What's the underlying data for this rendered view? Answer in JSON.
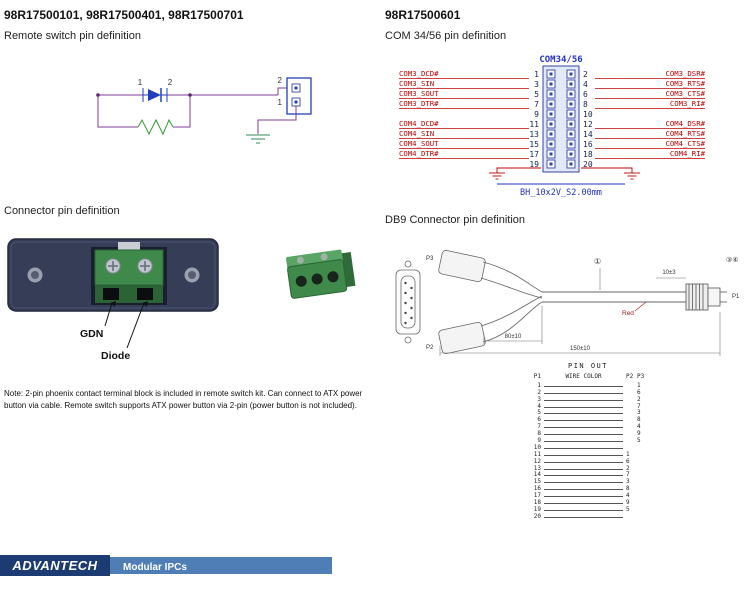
{
  "colors": {
    "brand_navy": "#1c3b72",
    "bar_blue": "#4f7db6",
    "signal_red": "#c00000",
    "diagram_blue": "#2233bb",
    "connector_green": "#3f8a4a",
    "circuit_purple": "#7d3c98"
  },
  "remote": {
    "title": "98R17500101, 98R17500401, 98R17500701",
    "subtitle": "Remote switch pin definition",
    "diode_pin1": "1",
    "diode_pin2": "2",
    "conn_pin_top": "2",
    "conn_pin_bottom": "1"
  },
  "com": {
    "title": "98R17500601",
    "subtitle": "COM 34/56 pin definition",
    "header": "COM34/56",
    "footer": "BH_10x2V_S2.00mm",
    "rows": [
      {
        "left_label": "COM3_DCD#",
        "left_pin": "1",
        "right_pin": "2",
        "right_label": "COM3_DSR#"
      },
      {
        "left_label": "COM3_SIN",
        "left_pin": "3",
        "right_pin": "4",
        "right_label": "COM3_RTS#"
      },
      {
        "left_label": "COM3_SOUT",
        "left_pin": "5",
        "right_pin": "6",
        "right_label": "COM3_CTS#"
      },
      {
        "left_label": "COM3_DTR#",
        "left_pin": "7",
        "right_pin": "8",
        "right_label": "COM3_RI#"
      },
      {
        "left_label": "",
        "left_pin": "9",
        "right_pin": "10",
        "right_label": ""
      },
      {
        "left_label": "COM4_DCD#",
        "left_pin": "11",
        "right_pin": "12",
        "right_label": "COM4_DSR#"
      },
      {
        "left_label": "COM4_SIN",
        "left_pin": "13",
        "right_pin": "14",
        "right_label": "COM4_RTS#"
      },
      {
        "left_label": "COM4_SOUT",
        "left_pin": "15",
        "right_pin": "16",
        "right_label": "COM4_CTS#"
      },
      {
        "left_label": "COM4_DTR#",
        "left_pin": "17",
        "right_pin": "18",
        "right_label": "COM4_RI#"
      },
      {
        "left_label": "",
        "left_pin": "19",
        "right_pin": "20",
        "right_label": ""
      }
    ]
  },
  "connector": {
    "title": "Connector pin definition",
    "label_gdn": "GDN",
    "label_diode": "Diode",
    "note": "Note: 2-pin phoenix contact terminal block  is included in remote switch kit. Can connect to ATX power button via cable.  Remote switch supports ATX power button via 2-pin (power button is not included)."
  },
  "db9": {
    "title": "DB9 Connector pin definition",
    "p1": "P1",
    "p2": "P2",
    "p3": "P3",
    "red_label": "Red",
    "dim_overall": "150±10",
    "dim_partial": "80±10",
    "dim_strip": "10±3",
    "callout1": "①",
    "callout34": "③④",
    "pinout": {
      "title": "PIN OUT",
      "columns": [
        "P1",
        "WIRE COLOR",
        "P2",
        "P3"
      ],
      "rows": [
        {
          "p1": "1",
          "p2": "",
          "p3": "1"
        },
        {
          "p1": "2",
          "p2": "",
          "p3": "6"
        },
        {
          "p1": "3",
          "p2": "",
          "p3": "2"
        },
        {
          "p1": "4",
          "p2": "",
          "p3": "7"
        },
        {
          "p1": "5",
          "p2": "",
          "p3": "3"
        },
        {
          "p1": "6",
          "p2": "",
          "p3": "8"
        },
        {
          "p1": "7",
          "p2": "",
          "p3": "4"
        },
        {
          "p1": "8",
          "p2": "",
          "p3": "9"
        },
        {
          "p1": "9",
          "p2": "",
          "p3": "5"
        },
        {
          "p1": "10",
          "p2": "",
          "p3": ""
        },
        {
          "p1": "11",
          "p2": "1",
          "p3": ""
        },
        {
          "p1": "12",
          "p2": "6",
          "p3": ""
        },
        {
          "p1": "13",
          "p2": "2",
          "p3": ""
        },
        {
          "p1": "14",
          "p2": "7",
          "p3": ""
        },
        {
          "p1": "15",
          "p2": "3",
          "p3": ""
        },
        {
          "p1": "16",
          "p2": "8",
          "p3": ""
        },
        {
          "p1": "17",
          "p2": "4",
          "p3": ""
        },
        {
          "p1": "18",
          "p2": "9",
          "p3": ""
        },
        {
          "p1": "19",
          "p2": "5",
          "p3": ""
        },
        {
          "p1": "20",
          "p2": "",
          "p3": ""
        }
      ]
    }
  },
  "footer": {
    "brand": "ADVANTECH",
    "product": "Modular IPCs"
  }
}
